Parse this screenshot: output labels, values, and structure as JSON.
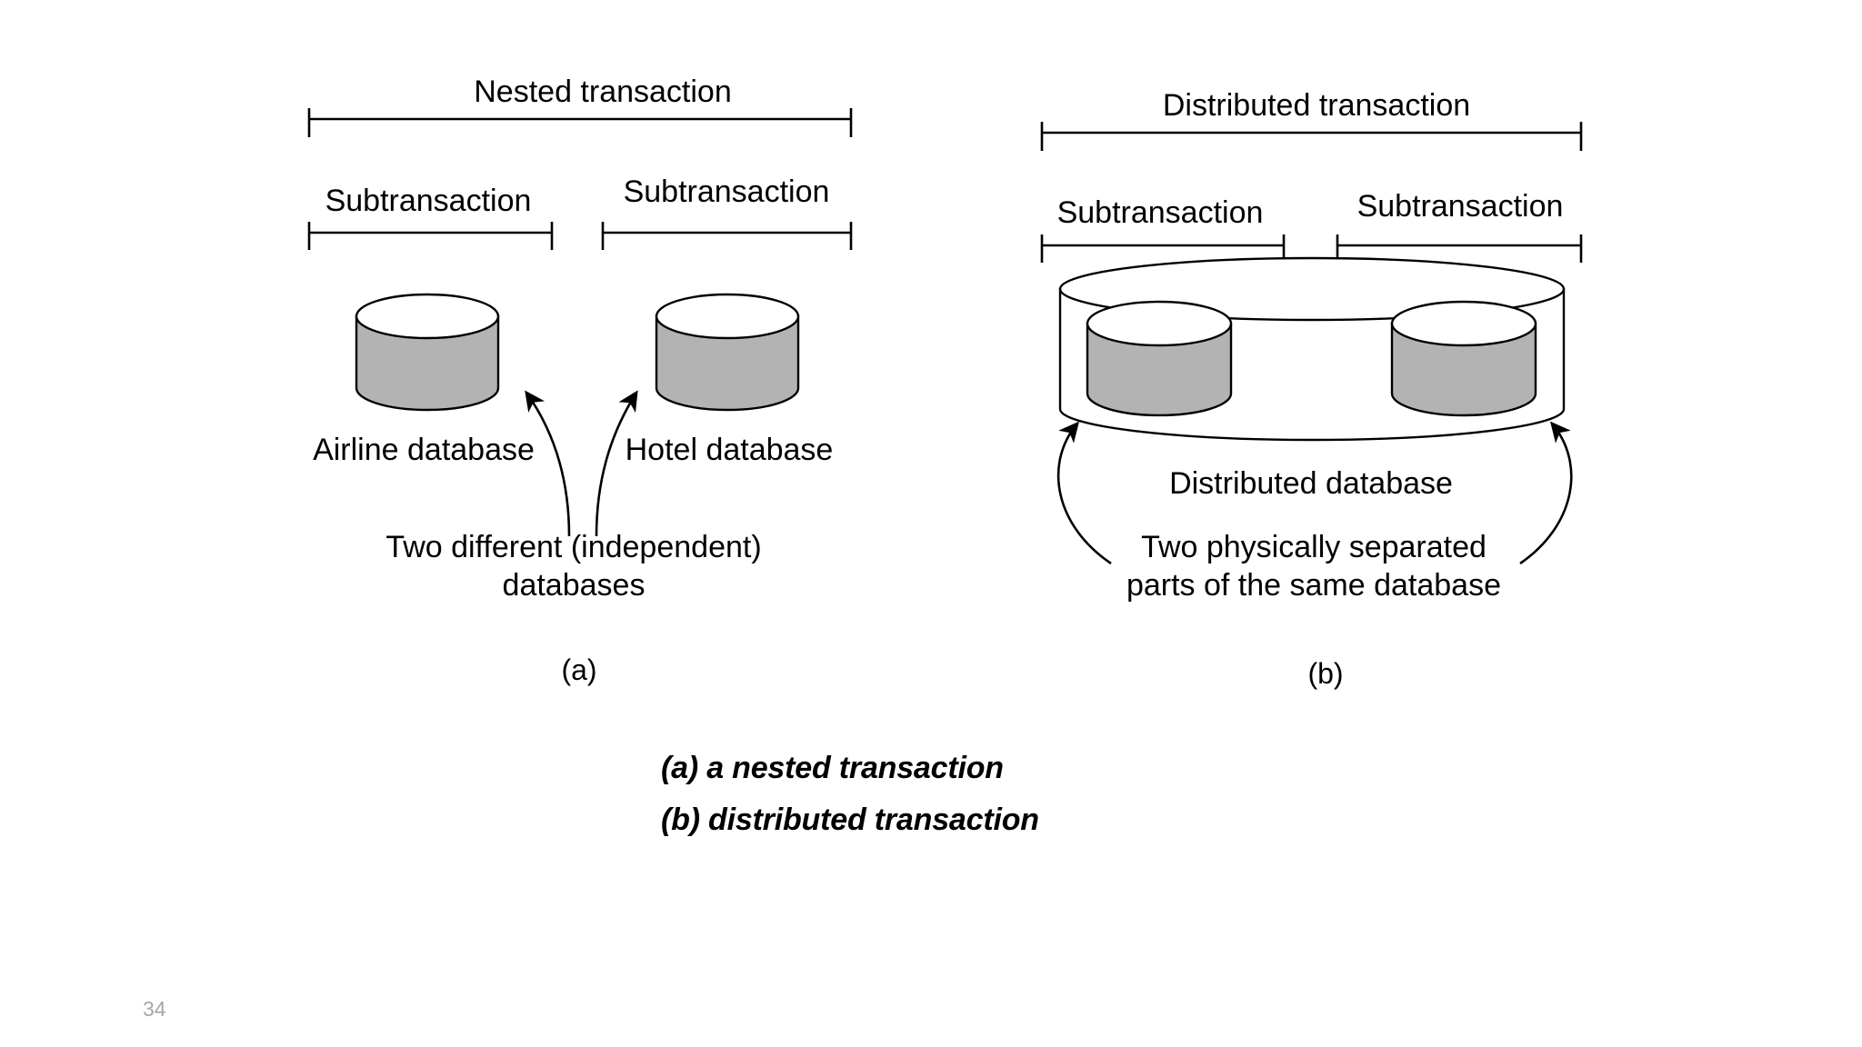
{
  "slide": {
    "page_number": "34",
    "background_color": "#ffffff",
    "cylinder_fill": "#b3b3b3",
    "cylinder_top_fill": "#ffffff",
    "stroke_color": "#000000",
    "page_number_color": "#a6a6a6"
  },
  "panel_a": {
    "letter": "(a)",
    "title": "Nested transaction",
    "subtransaction_left": "Subtransaction",
    "subtransaction_right": "Subtransaction",
    "db_left_label": "Airline database",
    "db_right_label": "Hotel database",
    "note_line1": "Two different (independent)",
    "note_line2": "databases"
  },
  "panel_b": {
    "letter": "(b)",
    "title": "Distributed transaction",
    "subtransaction_left": "Subtransaction",
    "subtransaction_right": "Subtransaction",
    "db_label": "Distributed database",
    "note_line1": "Two physically separated",
    "note_line2": "parts of the same database"
  },
  "caption": {
    "line_a": "(a) a nested transaction",
    "line_b": "(b) distributed transaction"
  }
}
